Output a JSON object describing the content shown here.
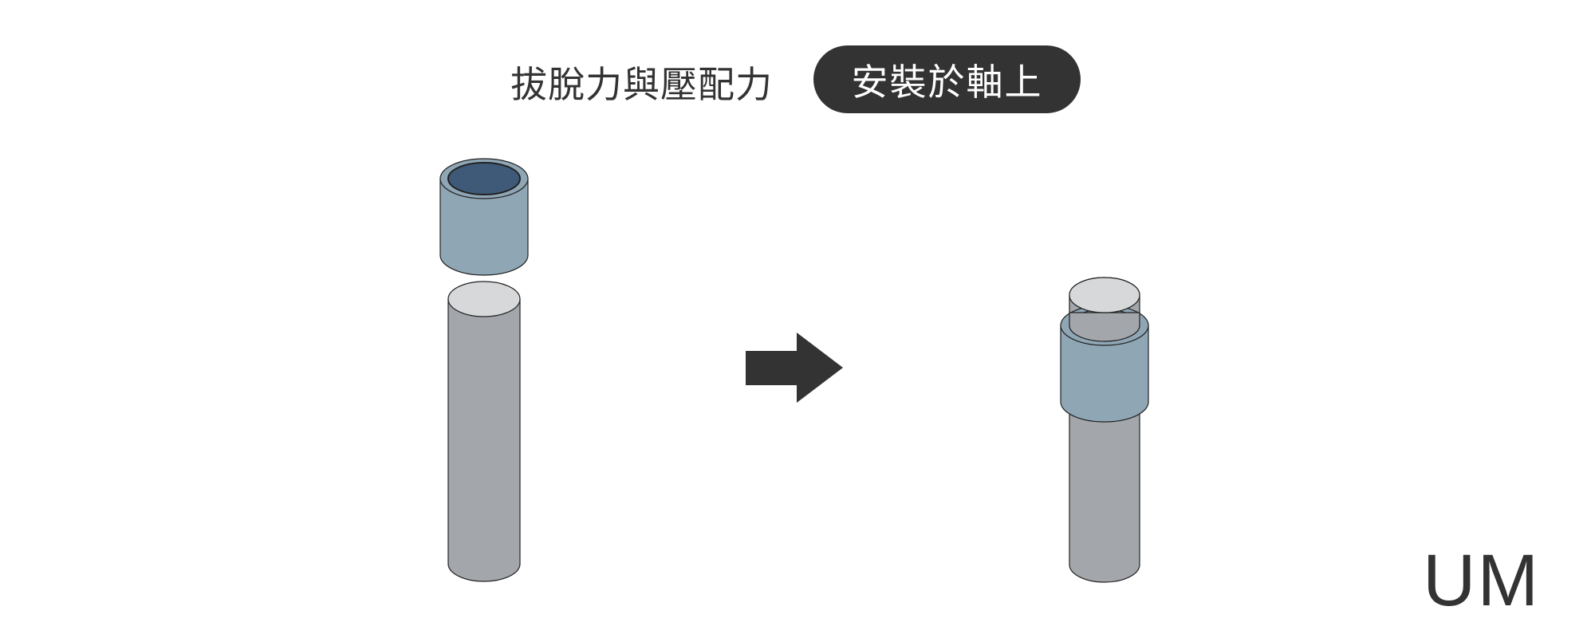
{
  "header": {
    "title": "拔脫力與壓配力",
    "badge": "安裝於軸上"
  },
  "logo": "UM",
  "colors": {
    "bushing": "#8fa6b5",
    "bushing_bore": "#3f5a78",
    "shaft": "#a3a6aa",
    "shaft_top": "#d6d8da",
    "arrow": "#333333"
  }
}
